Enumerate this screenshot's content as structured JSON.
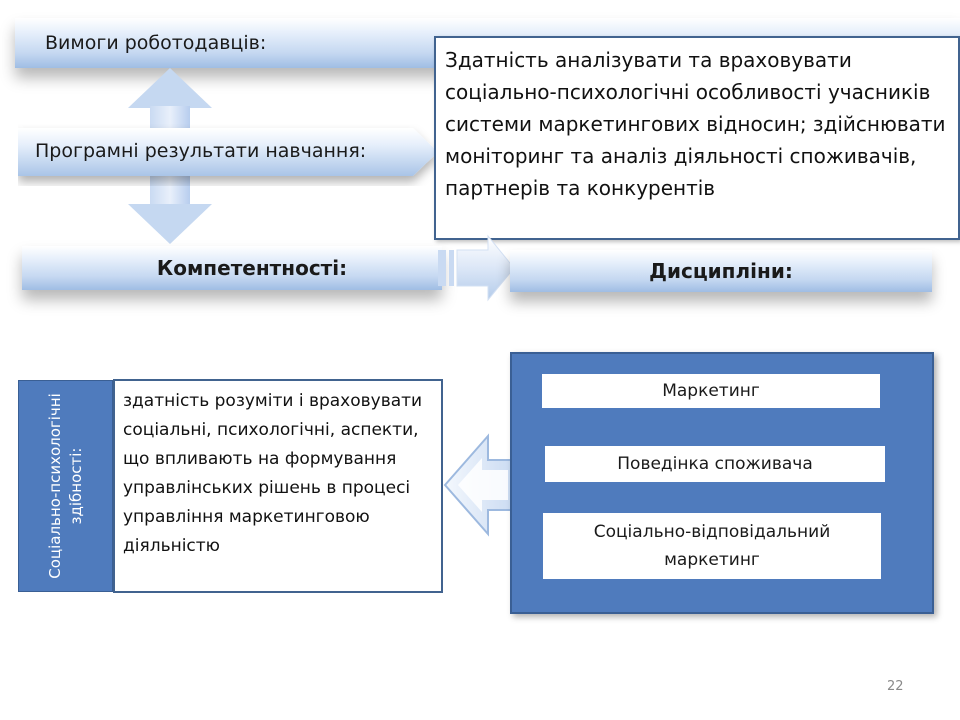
{
  "header": {
    "employer_requirements": "Вимоги роботодавців:",
    "learning_outcomes": "Програмні результати навчання:",
    "competencies": "Компетентності:",
    "disciplines": "Дисципліни:"
  },
  "outcome_text": "Здатність аналізувати та враховувати соціально-психологічні особливості учасників системи  маркетингових відносин; здійснювати моніторинг та аналіз діяльності споживачів, партнерів та конкурентів",
  "ability": {
    "label": "Соціально-психологічні здібності:",
    "text": "здатність розуміти і враховувати соціальні, психологічні, аспекти, що впливають на формування управлінських рішень в процесі управління маркетинговою діяльністю"
  },
  "subjects": [
    "Маркетинг",
    "Поведінка споживача",
    "Соціально-відповідальний маркетинг"
  ],
  "slide_number": "22",
  "colors": {
    "panel": "#4f7bbd",
    "border": "#41638f",
    "bar_light": "#c5d8f1"
  }
}
